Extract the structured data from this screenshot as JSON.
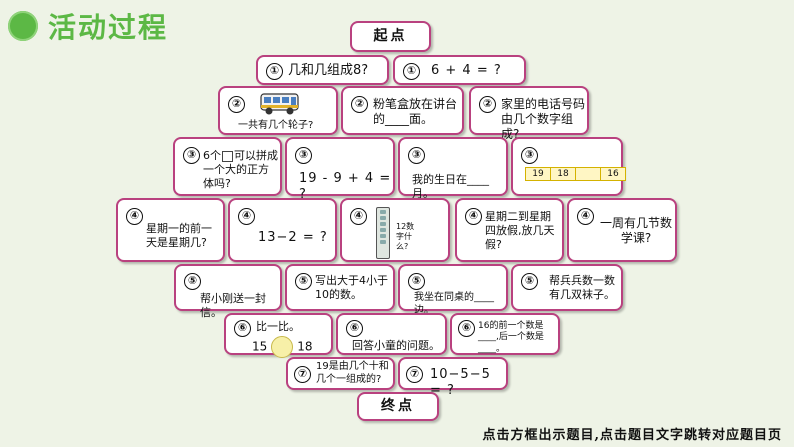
{
  "header": {
    "title": "活动过程"
  },
  "start": "起点",
  "end": "终点",
  "rows": {
    "r1": [
      {
        "num": "①",
        "text": "几和几组成8?"
      },
      {
        "num": "①",
        "text": "6 + 4 = ?"
      }
    ],
    "r2": [
      {
        "num": "②",
        "text": "一共有几个轮子?",
        "icon": "bus-icon"
      },
      {
        "num": "②",
        "text": "粉笔盒放在讲台的____面。"
      },
      {
        "num": "②",
        "text": "家里的电话号码由几个数字组成?"
      }
    ],
    "r3": [
      {
        "num": "③",
        "text_a": "6个",
        "text_b": "可以拼成一个大的正方体吗?",
        "icon": "cube-icon"
      },
      {
        "num": "③",
        "text": "19 - 9 + 4 = ?"
      },
      {
        "num": "③",
        "text": "我的生日在____月。"
      },
      {
        "num": "③",
        "numline": [
          "19",
          "18",
          "",
          "16"
        ]
      }
    ],
    "r4": [
      {
        "num": "④",
        "text": "星期一的前一天是星期几?"
      },
      {
        "num": "④",
        "text": "13−2 = ?"
      },
      {
        "num": "④",
        "text": "12数字什么?",
        "icon": "phone-icon"
      },
      {
        "num": "④",
        "text": "星期二到星期四放假,放几天假?"
      },
      {
        "num": "④",
        "text": "一周有几节数学课?"
      }
    ],
    "r5": [
      {
        "num": "⑤",
        "text": "帮小刚送一封信。"
      },
      {
        "num": "⑤",
        "text": "写出大于4小于10的数。"
      },
      {
        "num": "⑤",
        "text": "我坐在同桌的____边。"
      },
      {
        "num": "⑤",
        "text": "帮兵兵数一数有几双袜子。"
      }
    ],
    "r6": [
      {
        "num": "⑥",
        "text": "比一比。",
        "left": "15",
        "right": "18"
      },
      {
        "num": "⑥",
        "text": "回答小童的问题。"
      },
      {
        "num": "⑥",
        "text": "16的前一个数是____,后一个数是____。"
      }
    ],
    "r7": [
      {
        "num": "⑦",
        "text": "19是由几个十和几个一组成的?"
      },
      {
        "num": "⑦",
        "text": "10−5−5 = ?"
      }
    ]
  },
  "footer": "点击方框出示题目,点击题目文字跳转对应题目页"
}
